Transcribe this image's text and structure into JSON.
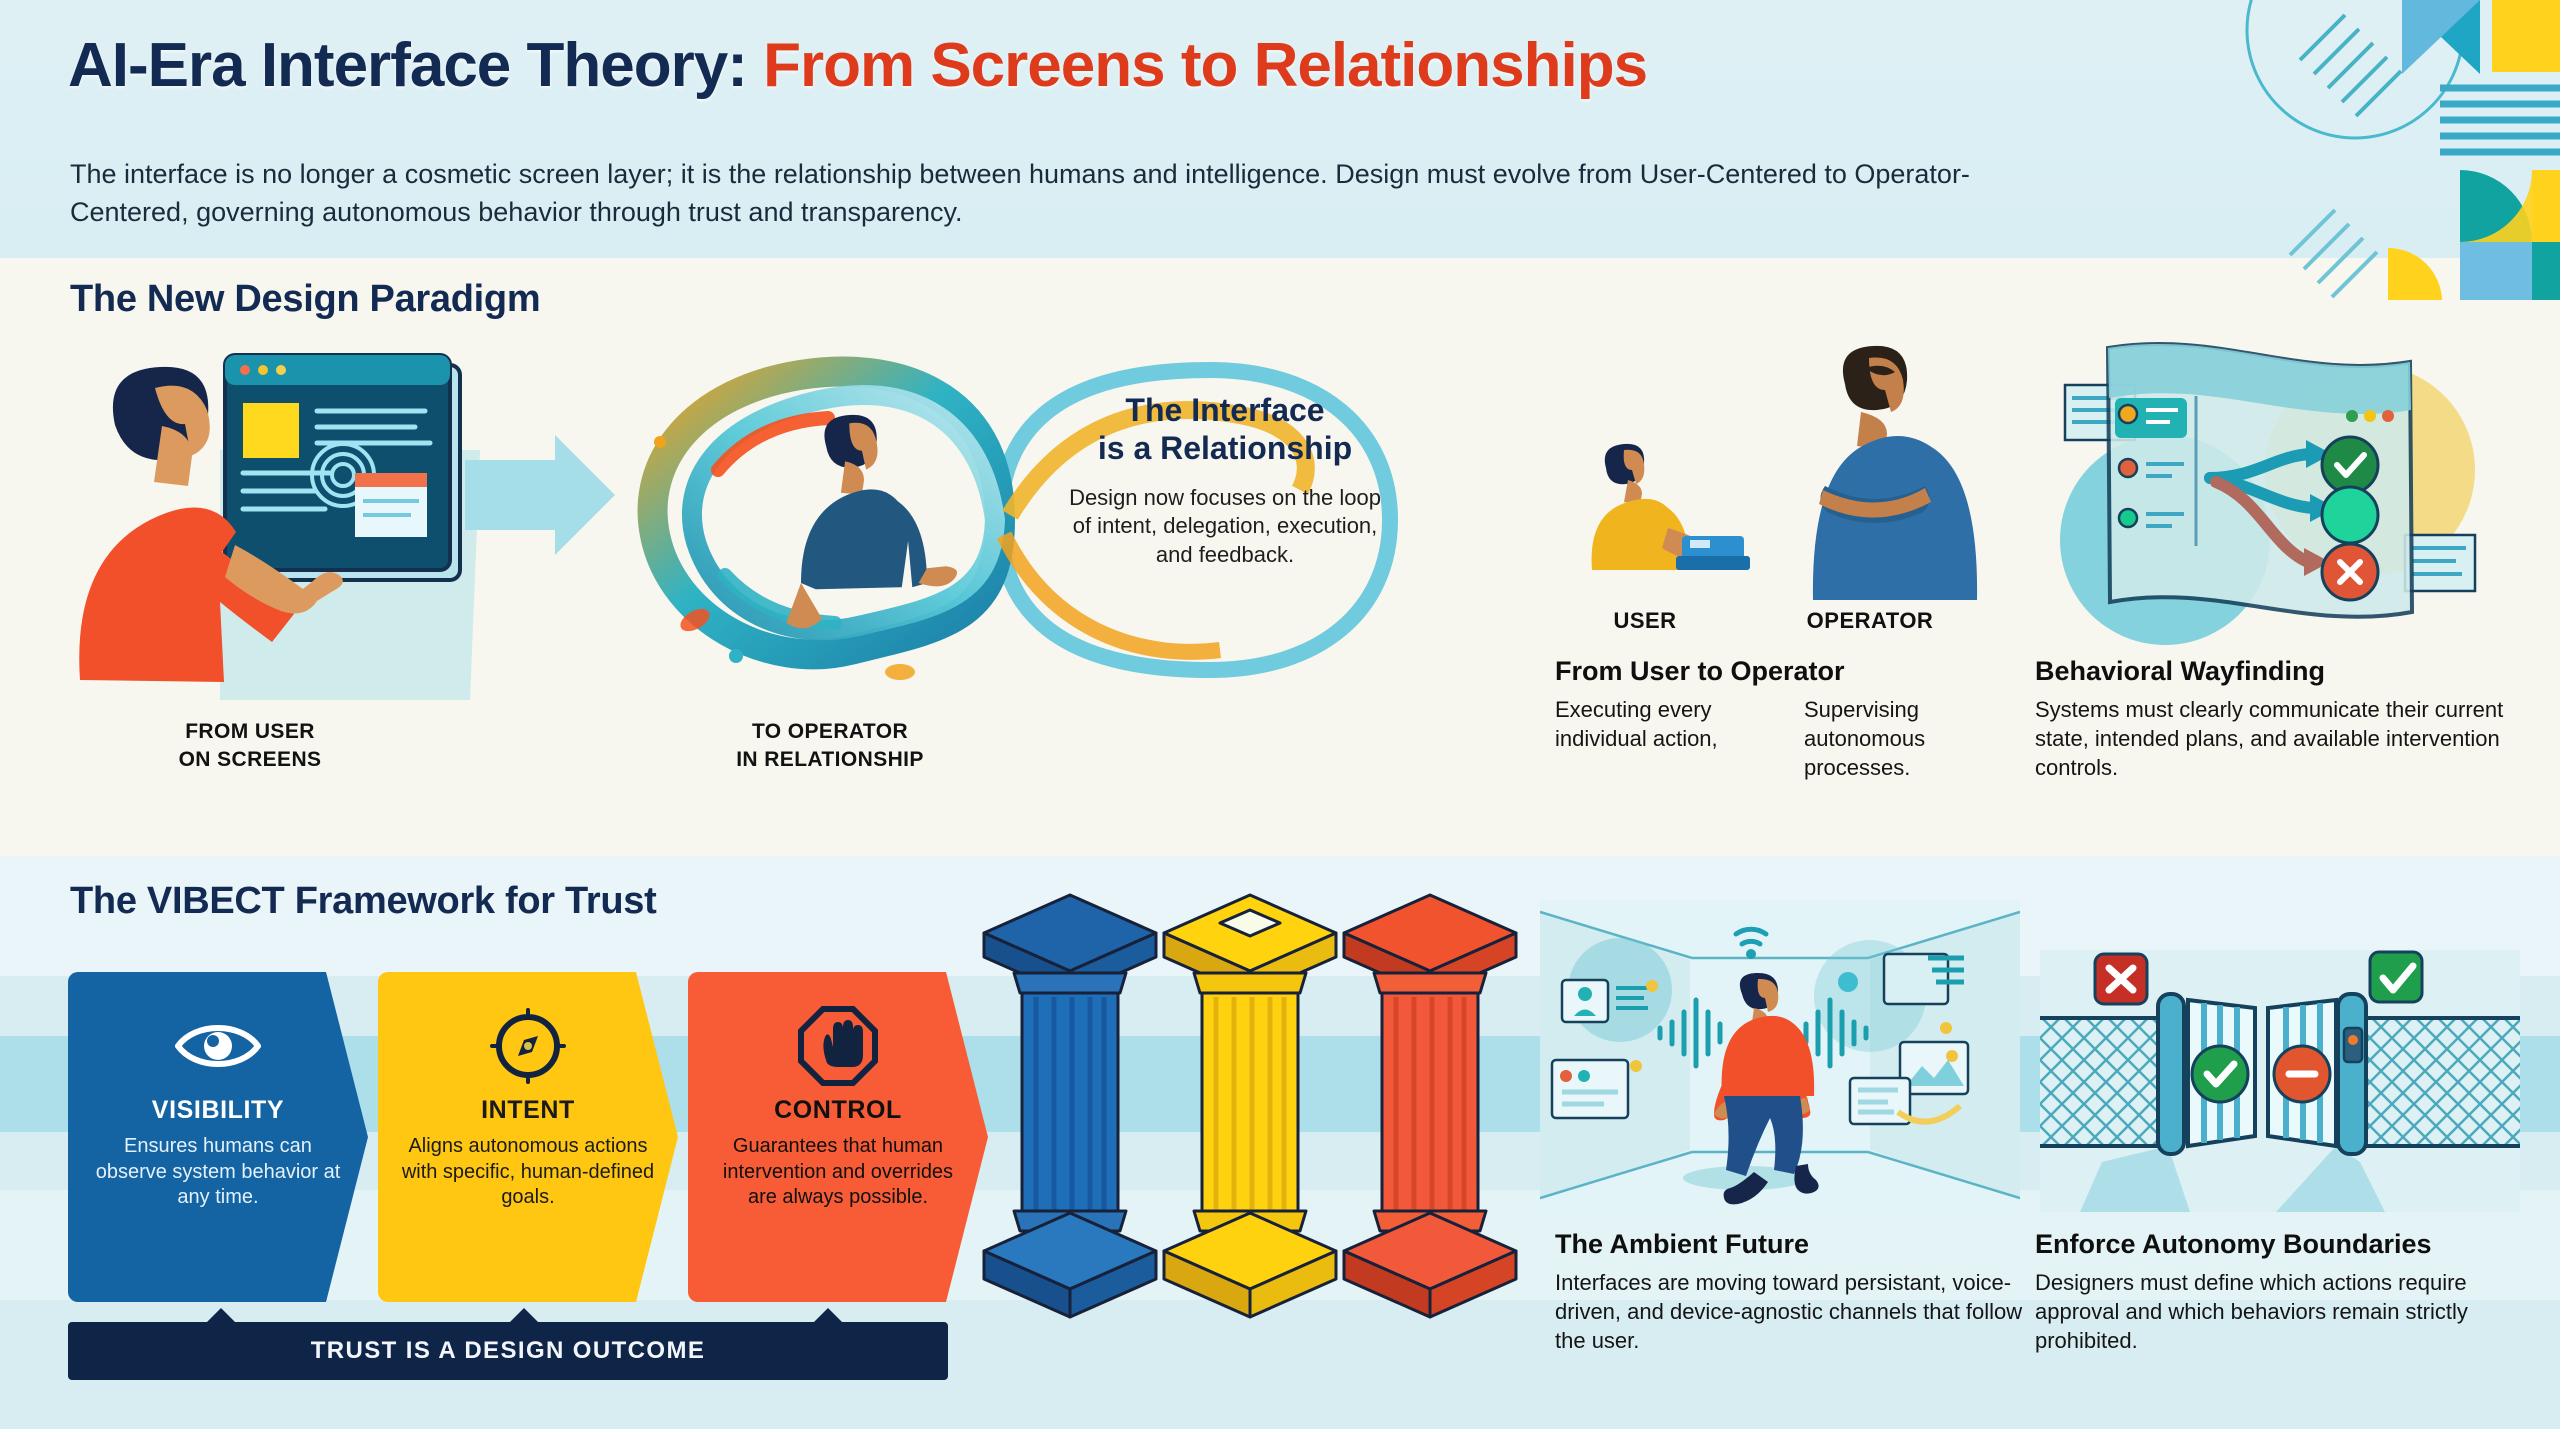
{
  "header": {
    "title_main": "AI-Era Interface Theory:",
    "title_accent": "From Screens to Relationships",
    "subtitle": "The interface is no longer a cosmetic screen layer; it is the relationship between humans and intelligence. Design must evolve from User-Centered to Operator-Centered, governing autonomous behavior through trust and transparency."
  },
  "colors": {
    "navy": "#132a52",
    "accent_red": "#dd3b1c",
    "blue": "#1463a3",
    "yellow": "#ffc711",
    "orange": "#f75c36",
    "teal": "#2fb3c4",
    "band_header": "#dff0f4",
    "band_paradigm": "#f7f6ef",
    "band_vibect": "#d7edf2",
    "banner_navy": "#0f2547",
    "green": "#1e9e4a"
  },
  "paradigm": {
    "heading": "The New Design Paradigm",
    "from_label": "FROM USER\nON SCREENS",
    "from_label_line1": "FROM USER",
    "from_label_line2": "ON SCREENS",
    "to_label_line1": "TO OPERATOR",
    "to_label_line2": "IN RELATIONSHIP",
    "loop_card": {
      "title_line1": "The Interface",
      "title_line2": "is a Relationship",
      "body": "Design now focuses on the loop of intent, delegation, execution, and feedback."
    },
    "user_operator": {
      "cap_user": "USER",
      "cap_operator": "OPERATOR",
      "title": "From User to Operator",
      "col_left": "Executing every individual action,",
      "col_right": "Supervising autonomous processes."
    },
    "wayfinding": {
      "title": "Behavioral Wayfinding",
      "body": "Systems must clearly communicate their current state, intended plans, and available intervention controls."
    }
  },
  "vibect": {
    "heading": "The VIBECT Framework for Trust",
    "cards": [
      {
        "icon": "eye-icon",
        "title": "VISIBILITY",
        "body": "Ensures humans can observe system behavior at any time.",
        "color": "#1463a3"
      },
      {
        "icon": "compass-icon",
        "title": "INTENT",
        "body": "Aligns autonomous actions with specific, human-defined goals.",
        "color": "#ffc711"
      },
      {
        "icon": "stop-hand-icon",
        "title": "CONTROL",
        "body": "Guarantees that human intervention and overrides are always possible.",
        "color": "#f75c36"
      }
    ],
    "banner": "TRUST IS A DESIGN OUTCOME",
    "ambient": {
      "title": "The Ambient Future",
      "body": "Interfaces are moving toward persistant, voice-driven, and device-agnostic channels that follow the user."
    },
    "boundaries": {
      "title": "Enforce Autonomy Boundaries",
      "body": "Designers must define which actions require approval and which behaviors remain strictly prohibited."
    }
  }
}
